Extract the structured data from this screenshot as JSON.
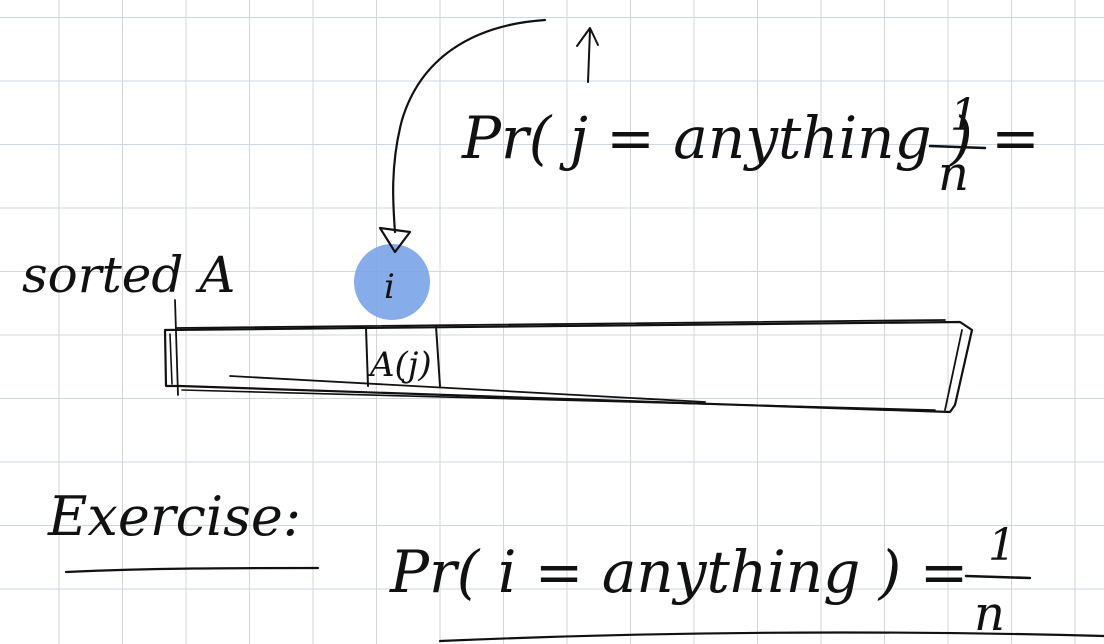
{
  "labels": {
    "array_name": "sorted A",
    "cell": "A(j)",
    "index_marker": "i",
    "top_prob_lhs": "Pr( j = anything ) =",
    "numerator_1": "1",
    "denominator_1": "n",
    "exercise": "Exercise:",
    "bottom_prob_lhs": "Pr( i = anything ) =",
    "numerator_2": "1",
    "denominator_2": "n"
  },
  "colors": {
    "ink": "#111111",
    "highlight": "#7aa3e8",
    "grid": "#cfd6de",
    "background": "#ffffff"
  }
}
